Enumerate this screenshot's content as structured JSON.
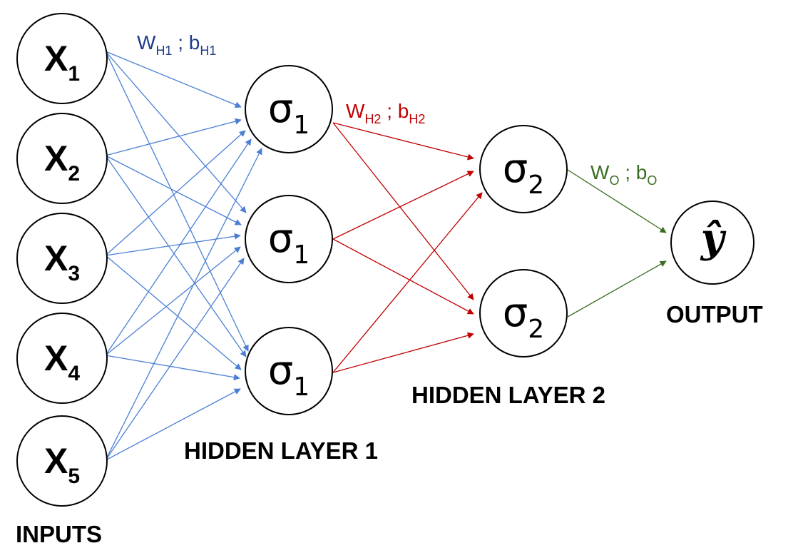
{
  "inputs": [
    {
      "main": "X",
      "sub": "1"
    },
    {
      "main": "X",
      "sub": "2"
    },
    {
      "main": "X",
      "sub": "3"
    },
    {
      "main": "X",
      "sub": "4"
    },
    {
      "main": "X",
      "sub": "5"
    }
  ],
  "hidden1": [
    {
      "main": "σ",
      "sub": "1"
    },
    {
      "main": "σ",
      "sub": "1"
    },
    {
      "main": "σ",
      "sub": "1"
    }
  ],
  "hidden2": [
    {
      "main": "σ",
      "sub": "2"
    },
    {
      "main": "σ",
      "sub": "2"
    }
  ],
  "output": {
    "symbol": "ŷ"
  },
  "captions": {
    "inputs": "INPUTS",
    "hidden1": "HIDDEN LAYER 1",
    "hidden2": "HIDDEN LAYER 2",
    "output": "OUTPUT"
  },
  "weights": {
    "h1": {
      "w": "W",
      "w_sub": "H1",
      "sep": " ; ",
      "b": "b",
      "b_sub": "H1"
    },
    "h2": {
      "w": "W",
      "w_sub": "H2",
      "sep": " ; ",
      "b": "b",
      "b_sub": "H2"
    },
    "o": {
      "w": "W",
      "w_sub": "O",
      "sep": " ; ",
      "b": "b",
      "b_sub": "O"
    }
  },
  "colors": {
    "layer1_edges": "#4a7fd4",
    "layer1_label": "#1f3c8a",
    "layer2_edges": "#c00000",
    "layer2_label": "#c00000",
    "output_edges": "#3b6e22",
    "output_label": "#3b6e22"
  }
}
